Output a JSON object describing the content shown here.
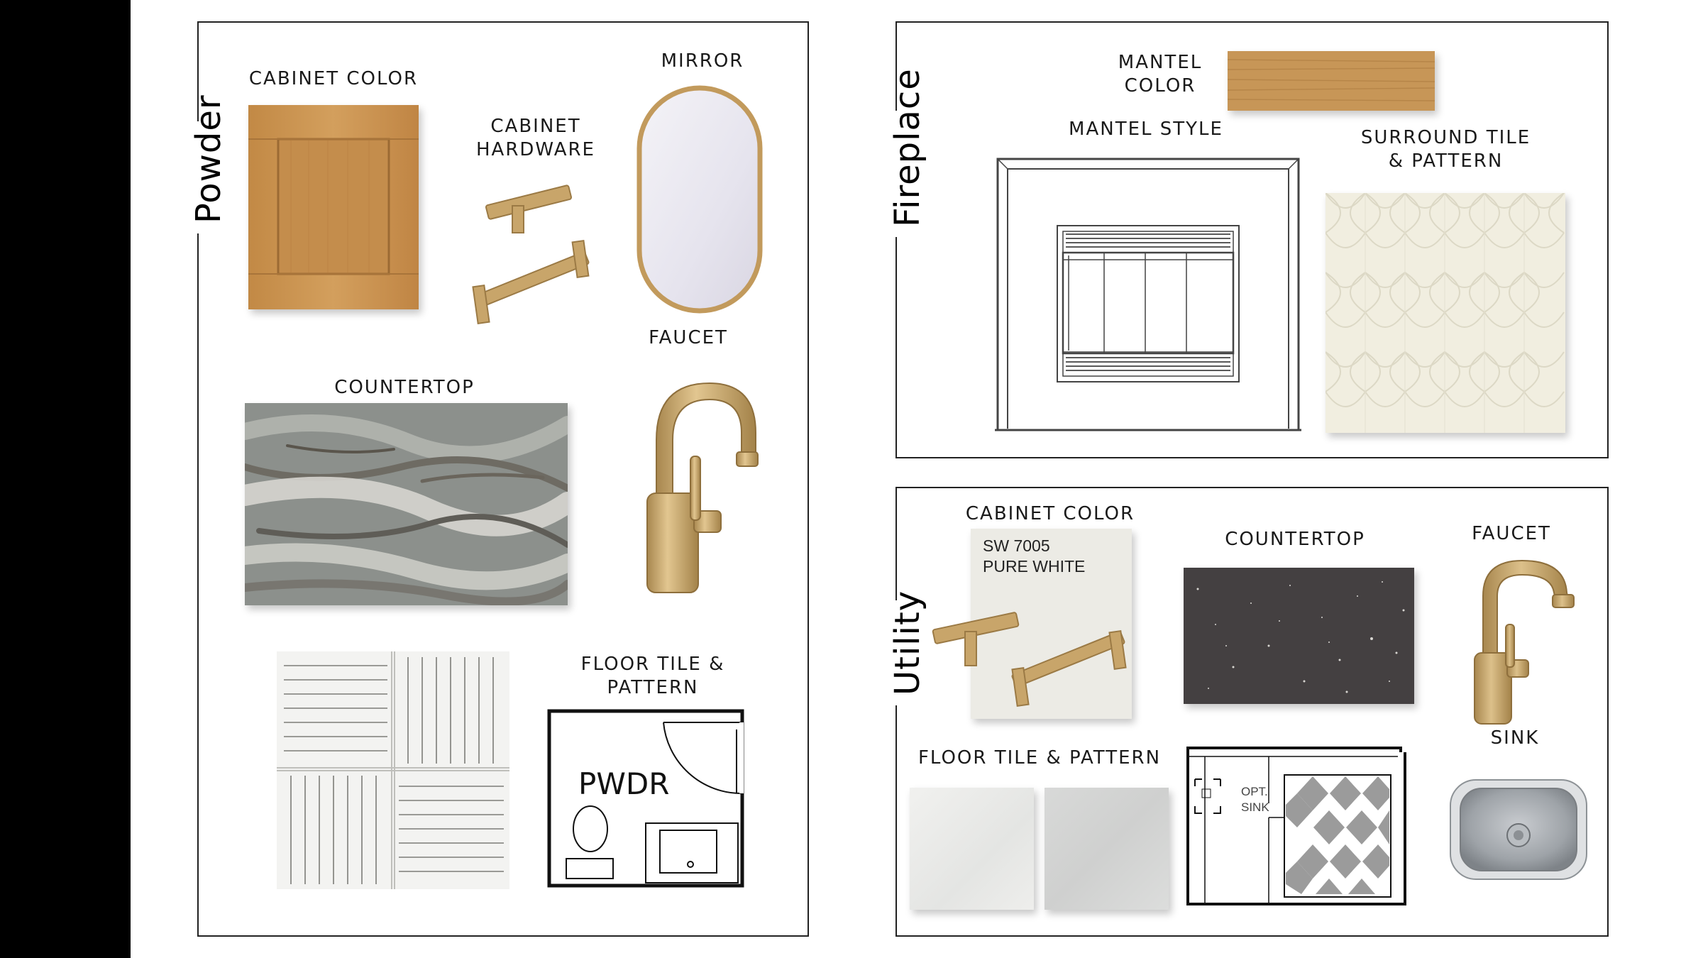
{
  "powder": {
    "title": "Powder",
    "cabinet_color_label": "CABINET COLOR",
    "cabinet_hardware_label": "CABINET\nHARDWARE",
    "mirror_label": "MIRROR",
    "faucet_label": "FAUCET",
    "countertop_label": "COUNTERTOP",
    "floor_tile_label": "FLOOR TILE &\nPATTERN",
    "plan_room_label": "PWDR"
  },
  "fireplace": {
    "title": "Fireplace",
    "mantel_color_label": "MANTEL\nCOLOR",
    "mantel_style_label": "MANTEL STYLE",
    "surround_tile_label": "SURROUND TILE\n& PATTERN"
  },
  "utility": {
    "title": "Utility",
    "cabinet_color_label": "CABINET COLOR",
    "paint_code": "SW 7005",
    "paint_name": "PURE WHITE",
    "countertop_label": "COUNTERTOP",
    "faucet_label": "FAUCET",
    "sink_label": "SINK",
    "floor_tile_label": "FLOOR TILE & PATTERN",
    "plan_sink_label_1": "OPT.",
    "plan_sink_label_2": "SINK"
  },
  "colors": {
    "oak": "#c9954f",
    "brass": "#c8a56a",
    "quartz": "#444041",
    "cream_tile": "#f1eee0"
  }
}
